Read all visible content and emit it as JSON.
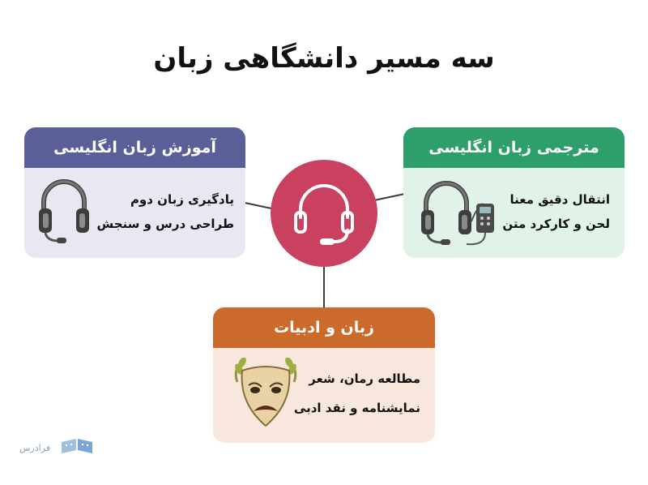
{
  "title": "سه مسیر دانشگاهی زبان",
  "hub": {
    "icon": "headset-icon",
    "color": "#c9415f"
  },
  "cards": {
    "teaching": {
      "title": "آموزش زبان انگلیسی",
      "lines": [
        "یادگیری زبان دوم",
        "طراحی درس و سنجش"
      ],
      "icon": "headphones-icon",
      "header_color": "#5b5f97",
      "body_color": "#e8e8f2"
    },
    "translation": {
      "title": "مترجمی زبان انگلیسی",
      "lines": [
        "انتقال دقیق معنا",
        "لحن و کارکرد متن"
      ],
      "icon": "interpreter-headset-icon",
      "header_color": "#2e9e6b",
      "body_color": "#e1f2e8"
    },
    "literature": {
      "title": "زبان و ادبیات",
      "lines": [
        "مطالعه رمان، شعر",
        "نمایشنامه و نقد ادبی"
      ],
      "icon": "theater-mask-icon",
      "header_color": "#cc6a2b",
      "body_color": "#f8e7dc"
    }
  },
  "logo": {
    "text": "فرادرس",
    "icon": "book-logo-icon"
  }
}
